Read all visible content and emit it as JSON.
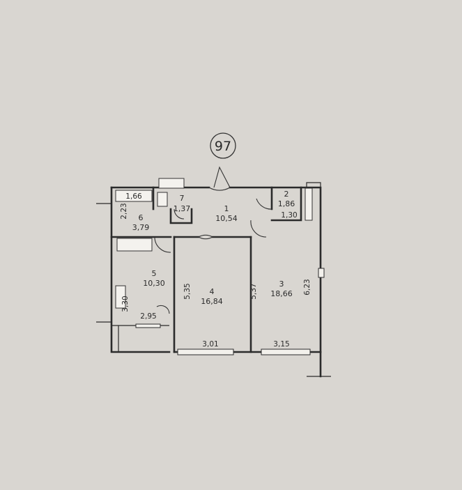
{
  "plan": {
    "apartment_number": "97",
    "rooms": [
      {
        "id": "1",
        "number": "1",
        "area": "10,54"
      },
      {
        "id": "2",
        "number": "2",
        "area": "1,86"
      },
      {
        "id": "3",
        "number": "3",
        "area": "18,66"
      },
      {
        "id": "4",
        "number": "4",
        "area": "16,84"
      },
      {
        "id": "5",
        "number": "5",
        "area": "10,30"
      },
      {
        "id": "6",
        "number": "6",
        "area": "3,79"
      },
      {
        "id": "7",
        "number": "7",
        "area": "1,37"
      }
    ],
    "dimensions": {
      "d_166": "1,66",
      "d_223": "2,23",
      "d_130": "1,30",
      "d_535": "5,35",
      "d_537": "5,37",
      "d_623": "6,23",
      "d_330": "3,30",
      "d_295": "2,95",
      "d_301": "3,01",
      "d_315": "3,15"
    }
  }
}
